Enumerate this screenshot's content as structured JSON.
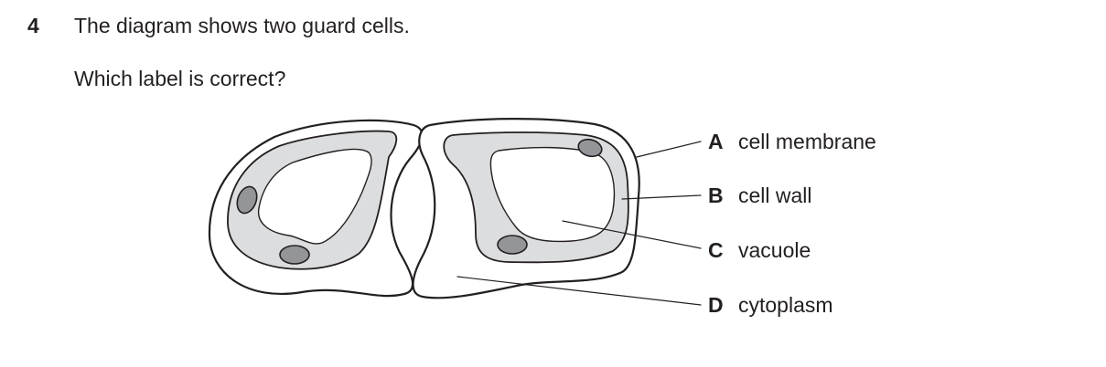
{
  "question": {
    "number": "4",
    "stem": "The diagram shows two guard cells.",
    "prompt": "Which label is correct?"
  },
  "options": [
    {
      "letter": "A",
      "text": "cell membrane"
    },
    {
      "letter": "B",
      "text": "cell wall"
    },
    {
      "letter": "C",
      "text": "vacuole"
    },
    {
      "letter": "D",
      "text": "cytoplasm"
    }
  ],
  "colors": {
    "outline": "#231f20",
    "cytoplasm": "#dcdddf",
    "chloroplast": "#939598",
    "background": "#ffffff"
  }
}
